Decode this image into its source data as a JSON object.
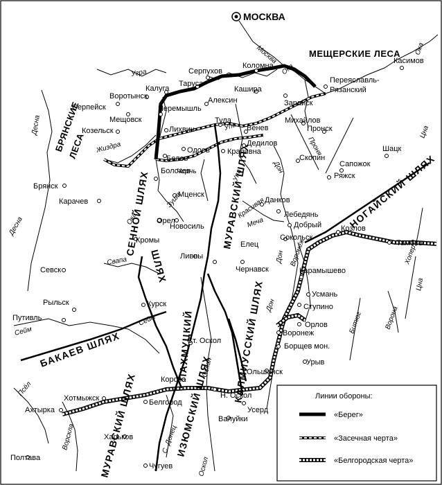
{
  "capital": {
    "name": "МОСКВА"
  },
  "regions": {
    "meshchera": "МЕЩЕРСКИЕ ЛЕСА",
    "bryansk_1": "БРЯНСКИЕ",
    "bryansk_2": "ЛЕСА"
  },
  "roads": {
    "muravsky_north": "МУРАВСКИЙ ШЛЯХ",
    "nogaisky": "НОГАЙСКИЙ ШЛЯХ",
    "senny": "СЕННОЙ ШЛЯХ",
    "pakhmutsky": "ПАХМУЦКИЙ",
    "pakhmutsky_2": "ШЛЯХ",
    "kalmiussky": "КАЛМИУССКИЙ ШЛЯХ",
    "bakaev": "БАКАЕВ ШЛЯХ",
    "izyumsky": "ИЗЮМСКИЙ ШЛЯХ",
    "muravsky_south": "МУРАВСКИЙ ШЛЯХ"
  },
  "towns": {
    "serpukhov": "Серпухов",
    "kolomna": "Коломна",
    "pereyaslavl": "Переяславль-",
    "ryazansky": "Рязанский",
    "kasimov": "Касимов",
    "kaluga": "Калуга",
    "tarusa": "Таруса",
    "kashira": "Кашира",
    "zaraysk": "Зарайск",
    "vorotynsk": "Воротынск",
    "serpeysk": "Серпейск",
    "meshchovsk": "Мещовск",
    "peremyshl": "Перемышль",
    "aleksin": "Алексин",
    "mikhaylov": "Михайлов",
    "pronsk": "Пронск",
    "kozelsk": "Козельск",
    "likhvin": "Лихвин",
    "tula": "Тула",
    "venev": "Венев",
    "dedilov": "Дедилов",
    "krapivna": "Крапивна",
    "odoev": "Одоев",
    "belev": "Белев",
    "bolkhov": "Болохов",
    "skopin": "Скопин",
    "sapozhok": "Сапожок",
    "shatsk": "Шацк",
    "ryazhsk": "Ряжск",
    "bryansk": "Брянск",
    "mtsensk": "Мценск",
    "karachev": "Карачев",
    "orel": "Орел",
    "novosil": "Новосиль",
    "danko": "Данков",
    "lebedyan": "Лебедянь",
    "dobry": "Добрый",
    "kozlov": "Козлов",
    "tambov": "Тамбов",
    "sokolsk": "Сокольск",
    "kromy": "Кромы",
    "livny": "Ливны",
    "elets": "Елец",
    "chernavsk": "Чернавск",
    "sevsk": "Севск",
    "karamyshevo": "Карамышево",
    "usman": "Усмань",
    "kursk": "Курск",
    "rylsk": "Рыльск",
    "putivl": "Путивль",
    "stupino": "Ступино",
    "orlov": "Орлов",
    "voronezh": "Воронеж",
    "borshchev": "Борщев мон.",
    "uryv": "Урыв",
    "st_oskol": "Ст. Оскол",
    "olshansk": "Ольшанск",
    "korocha": "Короча",
    "khotmyzhsk": "Хотмыжск",
    "n_oskol": "Н. Оскол",
    "akhtyrka": "Ахтырка",
    "belgorod": "Белгород",
    "userd": "Усерд",
    "valuyki": "Валуйки",
    "kharkov": "Харьков",
    "poltava": "Полтава",
    "chuguev": "Чугуев"
  },
  "rivers": {
    "moskva": "Москва",
    "oka_ne": "Ока",
    "oka_e": "Ока",
    "ugra": "Угра",
    "zhizdra": "Жиздра",
    "desna_n": "Десна",
    "desna_s": "Десна",
    "upa": "Упа",
    "pronya": "Проня",
    "don_n": "Дон",
    "don_m": "Дон",
    "don_s": "Дон",
    "pra": "Цна",
    "tsna": "Цна",
    "chern": "Чернь",
    "zusha": "Зуша",
    "oka_s": "Ока",
    "upa_s": "Упа",
    "krasivaya_1": "Красивая",
    "krasivaya_2": "Меча",
    "voronezh_r": "Воронеж",
    "svapa": "Свапа",
    "seym_w": "Сейм",
    "seym_e": "Сейм",
    "psel": "Псёл",
    "vorskla": "Ворскла",
    "oskol_n": "Оскол",
    "oskol_s": "Оскол",
    "donets": "С. Донец",
    "bityug": "Битюг",
    "khoper": "Хопер",
    "vorona": "Ворона"
  },
  "legend": {
    "title": "Линии обороны:",
    "bereg": "«Берег»",
    "zasechnaya": "«Засечная черта»",
    "belgorod": "«Белгородская черта»"
  }
}
